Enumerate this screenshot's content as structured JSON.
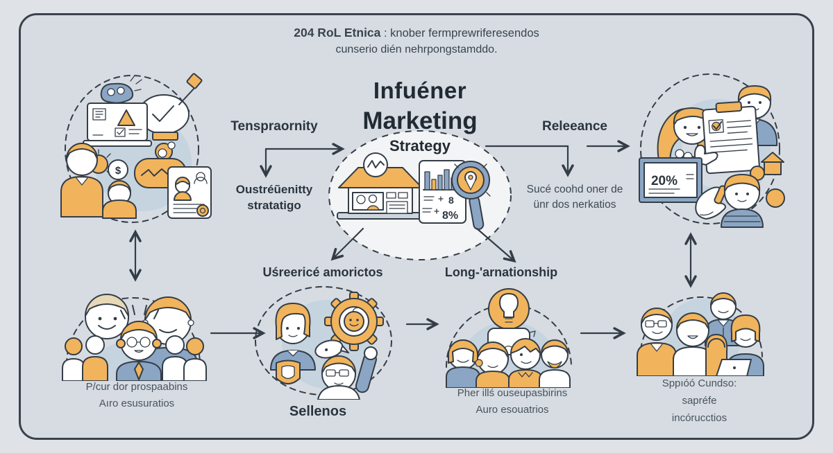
{
  "colors": {
    "background": "#d6dce2",
    "outline": "#343d47",
    "orange": "#f1b45c",
    "steel_blue": "#8ba6c4",
    "pale_blue": "#c6d4e0"
  },
  "header": {
    "prefix": "204 RoL Etnica",
    "line1_rest": " : knober fermprewriferesendos",
    "line2": "cunserio dién nehrpongstamddo."
  },
  "title": {
    "line1": "Infuéner",
    "line2": "Marketing",
    "line3": "Strategy"
  },
  "branches": {
    "left": {
      "label": "Tenspraornity",
      "sub_line1": "Oustréũenitty",
      "sub_line2": "stratatigo"
    },
    "right": {
      "label": "Releeance",
      "sub_line1": "Sucé coohd oner de",
      "sub_line2": "ünr dos nerkatios"
    }
  },
  "mid_labels": {
    "left": "Uśreericé amorictos",
    "right": "Long-'arnationship"
  },
  "stats": {
    "coin": "$",
    "sign": "20%",
    "doc_small": "8",
    "doc_big": "8%"
  },
  "captions": {
    "audience_line1": "P/cur dor prospaabins",
    "audience_line2": "Aıro esusuratios",
    "sellers": "Sellenos",
    "community_line1": "Pher illś ouseupasbirins",
    "community_line2": "Auro esouatrios",
    "support_line1": "Sppıóó Cundso:",
    "support_line2": "sapréfe",
    "support_line3": "incórucctios"
  }
}
